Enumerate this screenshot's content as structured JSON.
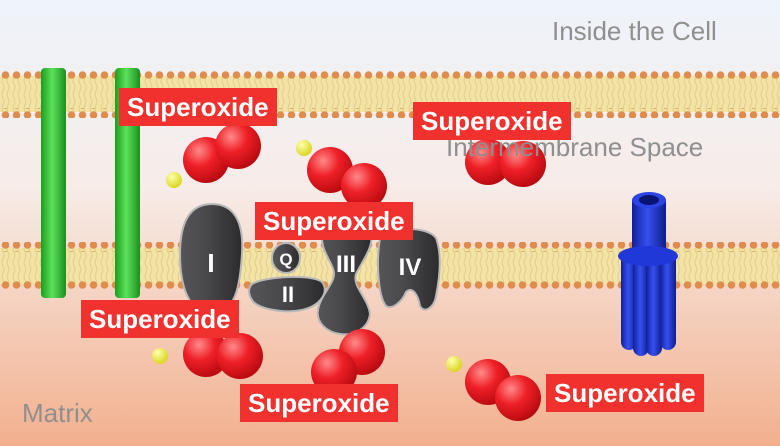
{
  "regions": {
    "cytosol": "Inside the Cell",
    "intermembrane": "Intermembrane Space",
    "matrix": "Matrix"
  },
  "complexes": {
    "c1": "I",
    "q": "Q",
    "c2": "II",
    "c3": "III",
    "c4": "IV"
  },
  "superoxide_label": "Superoxide",
  "colors": {
    "membrane": "#f3e3a4",
    "lipid_head": "#e08c4c",
    "transporter": "#3fcc3f",
    "complex": "#3c3c3e",
    "atp_synthase": "#1a32d0",
    "oxygen_atom": "#e8141a",
    "electron": "#ecec2a",
    "label_bg": "#f0312e"
  }
}
